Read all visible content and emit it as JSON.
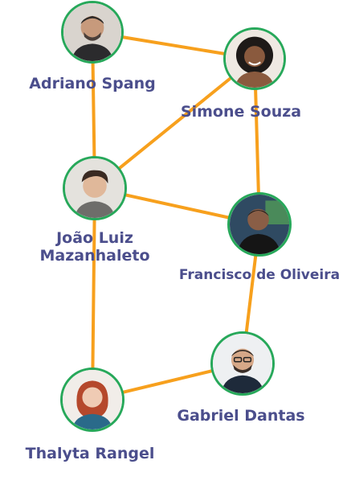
{
  "theme": {
    "edge_color": "#f7a01d",
    "ring_color": "#27a85a",
    "name_color": "#4b4e8c",
    "role_color": "#8d8fa6"
  },
  "people": [
    {
      "id": "adriano",
      "name": "Adriano Spang",
      "role": "",
      "icon": "person-avatar-icon"
    },
    {
      "id": "simone",
      "name": "Simone Souza",
      "role": "",
      "icon": "person-avatar-icon"
    },
    {
      "id": "joao",
      "name": "João Luiz\nMazanhaleto",
      "role": "",
      "icon": "person-avatar-icon"
    },
    {
      "id": "francisco",
      "name": "Francisco de Oliveira",
      "role": "",
      "icon": "person-avatar-icon"
    },
    {
      "id": "gabriel",
      "name": "Gabriel Dantas",
      "role": "",
      "icon": "person-avatar-icon"
    },
    {
      "id": "thalyta",
      "name": "Thalyta Rangel",
      "role": "",
      "icon": "person-avatar-icon"
    }
  ],
  "connections": [
    [
      "adriano",
      "simone"
    ],
    [
      "adriano",
      "joao"
    ],
    [
      "simone",
      "joao"
    ],
    [
      "simone",
      "francisco"
    ],
    [
      "joao",
      "francisco"
    ],
    [
      "joao",
      "thalyta"
    ],
    [
      "francisco",
      "gabriel"
    ],
    [
      "gabriel",
      "thalyta"
    ]
  ]
}
